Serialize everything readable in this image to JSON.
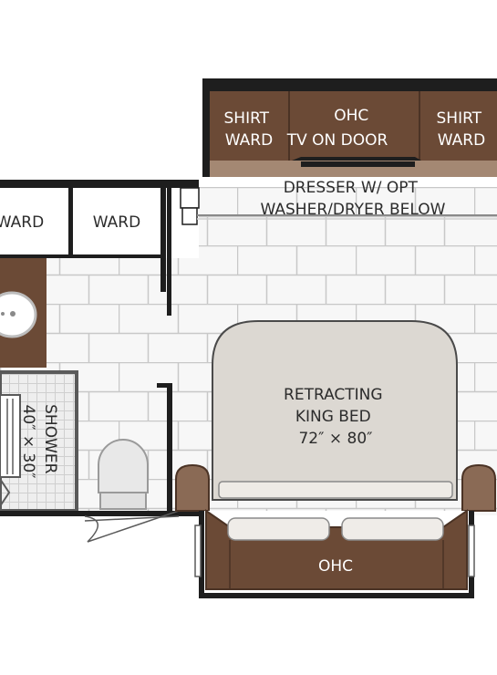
{
  "labels": {
    "shirt_ward_left": [
      "SHIRT",
      "WARD"
    ],
    "ohc_top": [
      "OHC",
      "TV ON DOOR"
    ],
    "shirt_ward_right": [
      "SHIRT",
      "WARD"
    ],
    "dresser": [
      "DRESSER W/ OPT",
      "WASHER/DRYER BELOW"
    ],
    "ward_left": "WARD",
    "ward_right": "WARD",
    "shower": [
      "SHOWER",
      "40″ × 30″"
    ],
    "bed": [
      "RETRACTING",
      "KING BED",
      "72″ × 80″"
    ],
    "ohc_bottom": "OHC"
  },
  "colors": {
    "wall": "#1e1e1e",
    "cabinet_brown": "#6b4a36",
    "cabinet_dark": "#4b3325",
    "counter_tan": "#a48873",
    "tile": "#f7f7f7",
    "grout": "#c9c9c9",
    "bed": "#dcd8d2",
    "chair": "#8a6a55"
  }
}
